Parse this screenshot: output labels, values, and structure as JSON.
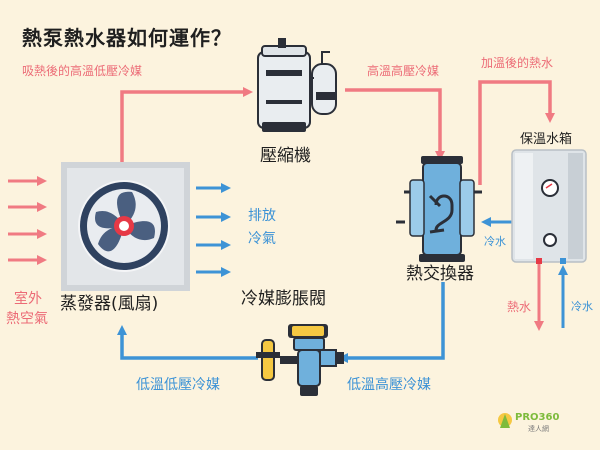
{
  "title": "熱泵熱水器如何運作？",
  "labels": {
    "absorbed_refrigerant": "吸熱後的高溫低壓冷媒",
    "high_temp_refrigerant": "高溫高壓冷媒",
    "heated_water": "加溫後的熱水",
    "compressor": "壓縮機",
    "storage_tank": "保溫水箱",
    "exhaust_line1": "排放",
    "exhaust_line2": "冷氣",
    "cold_water_in": "冷水",
    "heat_exchanger": "熱交換器",
    "outdoor_air_line1": "室外",
    "outdoor_air_line2": "熱空氣",
    "evaporator": "蒸發器(風扇)",
    "expansion_valve": "冷媒膨脹閥",
    "hot_water_out": "熱水",
    "cold_water_supply": "冷水",
    "low_temp_low_pressure": "低溫低壓冷媒",
    "low_temp_high_pressure": "低溫高壓冷媒"
  },
  "logo": {
    "brand": "PRO360",
    "sub": "達人網"
  },
  "colors": {
    "background": "#fcf3de",
    "hot_flow": "#f07a82",
    "cold_flow": "#3d93d6",
    "text": "#1f1f1f"
  }
}
